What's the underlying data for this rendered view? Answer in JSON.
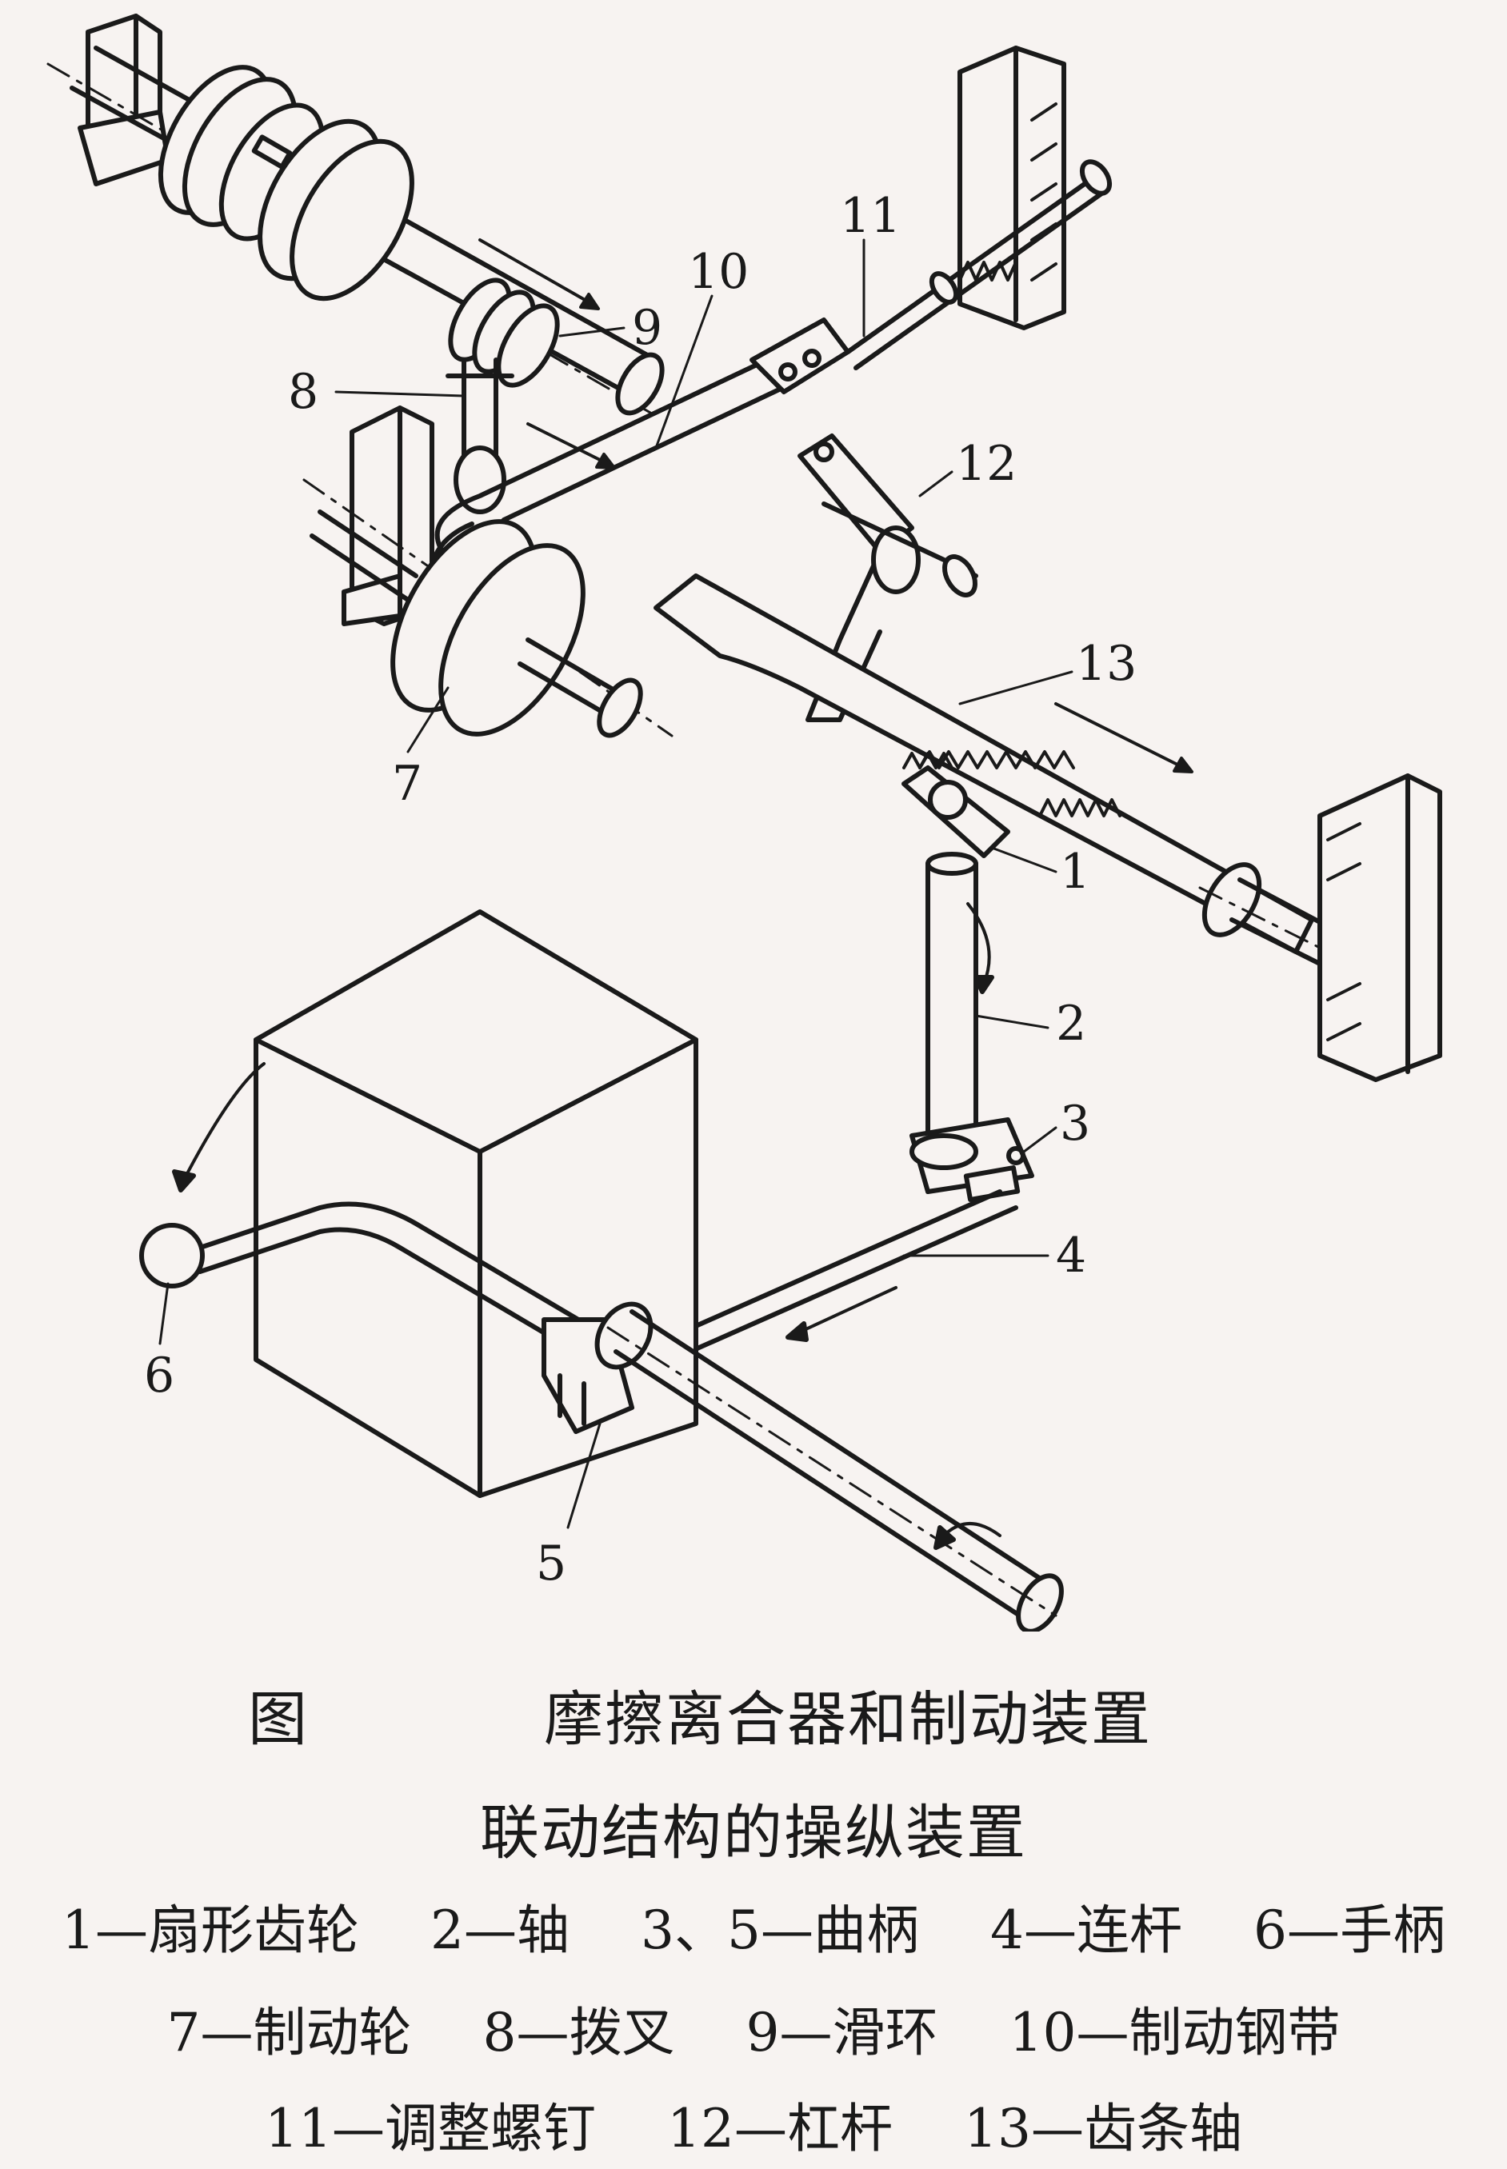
{
  "figure": {
    "callouts": [
      "1",
      "2",
      "3",
      "4",
      "5",
      "6",
      "7",
      "8",
      "9",
      "10",
      "11",
      "12",
      "13"
    ]
  },
  "caption": {
    "prefix": "图",
    "title": "摩擦离合器和制动装置",
    "subtitle": "联动结构的操纵装置"
  },
  "legend": {
    "rows": [
      [
        "1—扇形齿轮",
        "2—轴",
        "3、5—曲柄",
        "4—连杆",
        "6—手柄"
      ],
      [
        "7—制动轮",
        "8—拨叉",
        "9—滑环",
        "10—制动钢带"
      ],
      [
        "11—调整螺钉",
        "12—杠杆",
        "13—齿条轴"
      ]
    ]
  },
  "colors": {
    "ink": "#1a1a1a",
    "paper": "#f7f3f1"
  }
}
